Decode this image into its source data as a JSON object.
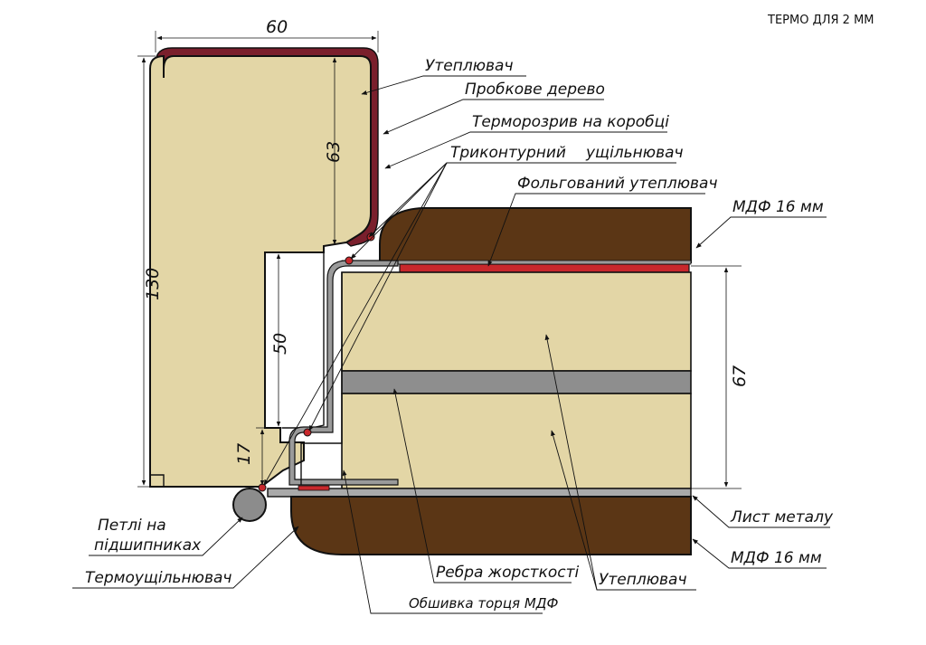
{
  "title": "ТЕРМО ДЛЯ 2 ММ",
  "dimensions": {
    "top_width": "60",
    "frame_upper": "63",
    "frame_total": "130",
    "frame_step": "50",
    "frame_lip": "17",
    "door_thickness": "67"
  },
  "labels": {
    "insulation_top": "Утеплювач",
    "cork": "Пробкове дерево",
    "thermal_break": "Терморозрив на коробці",
    "seal_triple_a": "Триконтурний",
    "seal_triple_b": "ущільнювач",
    "foil_insulation": "Фольгований утеплювач",
    "mdf_top": "МДФ 16 мм",
    "metal_sheet": "Лист металу",
    "mdf_bottom": "МДФ 16 мм",
    "hinges_a": "Петлі на",
    "hinges_b": "підшипниках",
    "thermo_seal": "Термоущільнювач",
    "ribs": "Ребра жорсткості",
    "insulation_bottom": "Утеплювач",
    "mdf_edge": "Обшивка торця МДФ"
  },
  "colors": {
    "insulation": "#e3d6a6",
    "mdf": "#5b3615",
    "cork_trim": "#7a1f2c",
    "foil": "#c8282c",
    "rib": "#8e8e8e",
    "metal": "#a9a9a9",
    "outline": "#111111"
  }
}
